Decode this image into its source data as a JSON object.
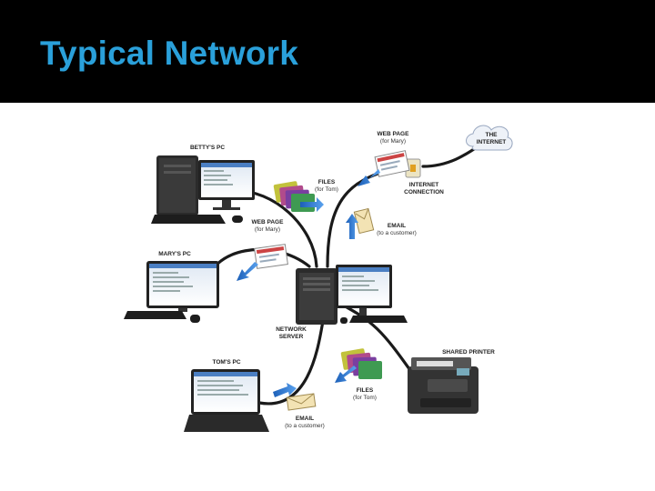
{
  "slide": {
    "title": "Typical Network"
  },
  "diagram": {
    "labels": {
      "betty_pc": "BETTY'S PC",
      "marys_pc": "MARY'S PC",
      "toms_pc": "TOM'S PC",
      "network_server_l1": "NETWORK",
      "network_server_l2": "SERVER",
      "shared_printer": "SHARED PRINTER",
      "the_internet_l1": "THE",
      "the_internet_l2": "INTERNET",
      "internet_connection_l1": "INTERNET",
      "internet_connection_l2": "CONNECTION",
      "web_page_top": "WEB PAGE",
      "web_page_top_sub": "(for Mary)",
      "web_page_left": "WEB PAGE",
      "web_page_left_sub": "(for Mary)",
      "files_top": "FILES",
      "files_top_sub": "(for Tom)",
      "files_bottom": "FILES",
      "files_bottom_sub": "(for Tom)",
      "email_top": "EMAIL",
      "email_top_sub": "(to a customer)",
      "email_bottom": "EMAIL",
      "email_bottom_sub": "(to a customer)"
    }
  }
}
